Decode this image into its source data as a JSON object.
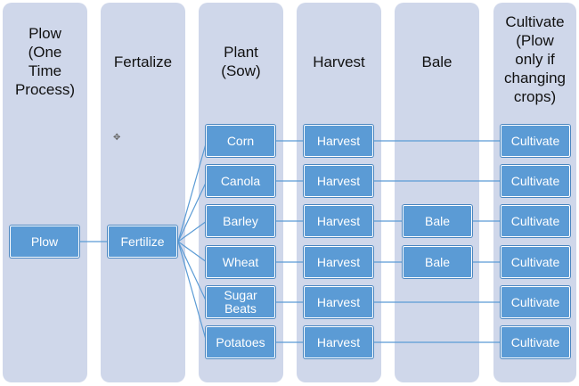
{
  "columns": [
    {
      "id": "plow",
      "title": "Plow\n(One\nTime\nProcess)"
    },
    {
      "id": "fertalize",
      "title": "Fertalize"
    },
    {
      "id": "plant",
      "title": "Plant\n(Sow)"
    },
    {
      "id": "harvest",
      "title": "Harvest"
    },
    {
      "id": "bale",
      "title": "Bale"
    },
    {
      "id": "cultivate",
      "title": "Cultivate\n(Plow\nonly if\nchanging\ncrops)"
    }
  ],
  "nodes": {
    "plow": "Plow",
    "fertilize": "Fertilize",
    "crops": [
      "Corn",
      "Canola",
      "Barley",
      "Wheat",
      "Sugar\nBeats",
      "Potatoes"
    ],
    "harvest": "Harvest",
    "bale": "Bale",
    "cultivate": "Cultivate"
  },
  "colors": {
    "column_bg": "#cfd7ea",
    "node_fill": "#5b9bd5",
    "connector": "#5b9bd5"
  }
}
